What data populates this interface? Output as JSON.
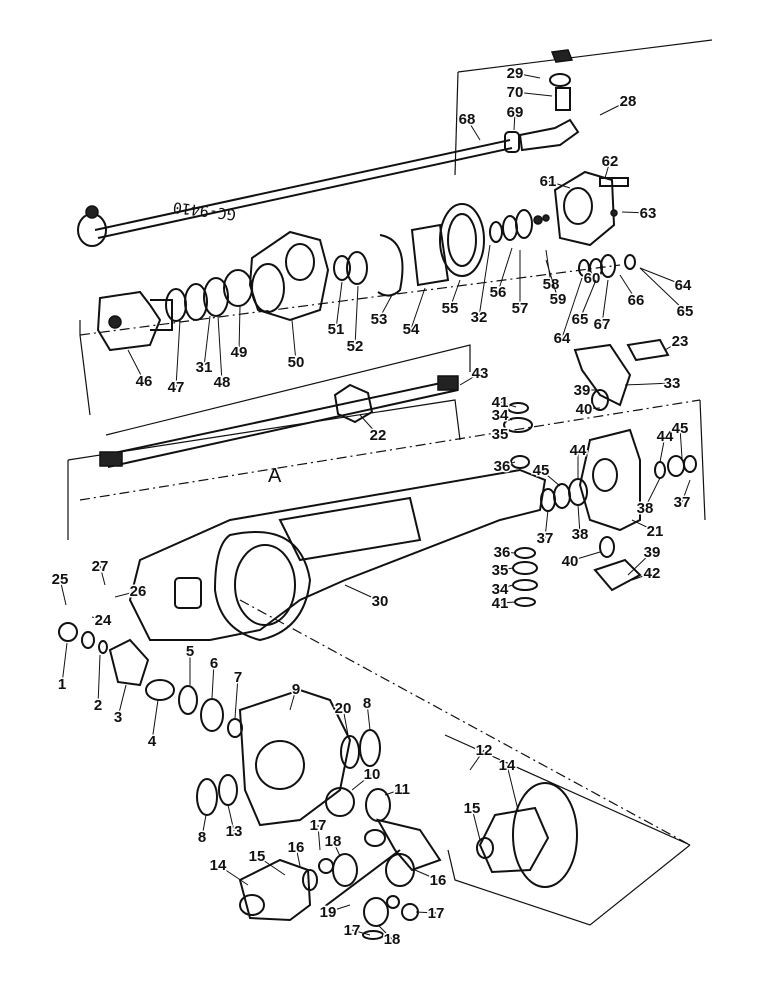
{
  "drawing_code": "GC-9410",
  "section_label": "A",
  "callouts": [
    {
      "id": "c29",
      "label": "29"
    },
    {
      "id": "c70",
      "label": "70"
    },
    {
      "id": "c69",
      "label": "69"
    },
    {
      "id": "c28",
      "label": "28"
    },
    {
      "id": "c68",
      "label": "68"
    },
    {
      "id": "c62",
      "label": "62"
    },
    {
      "id": "c61",
      "label": "61"
    },
    {
      "id": "c63",
      "label": "63"
    },
    {
      "id": "c64a",
      "label": "64"
    },
    {
      "id": "c60",
      "label": "60"
    },
    {
      "id": "c58",
      "label": "58"
    },
    {
      "id": "c59",
      "label": "59"
    },
    {
      "id": "c66",
      "label": "66"
    },
    {
      "id": "c65a",
      "label": "65"
    },
    {
      "id": "c64b",
      "label": "64"
    },
    {
      "id": "c65b",
      "label": "65"
    },
    {
      "id": "c67",
      "label": "67"
    },
    {
      "id": "c56",
      "label": "56"
    },
    {
      "id": "c57",
      "label": "57"
    },
    {
      "id": "c32",
      "label": "32"
    },
    {
      "id": "c55",
      "label": "55"
    },
    {
      "id": "c54",
      "label": "54"
    },
    {
      "id": "c53",
      "label": "53"
    },
    {
      "id": "c52",
      "label": "52"
    },
    {
      "id": "c51",
      "label": "51"
    },
    {
      "id": "c50",
      "label": "50"
    },
    {
      "id": "c49",
      "label": "49"
    },
    {
      "id": "c31",
      "label": "31"
    },
    {
      "id": "c48",
      "label": "48"
    },
    {
      "id": "c47",
      "label": "47"
    },
    {
      "id": "c46",
      "label": "46"
    },
    {
      "id": "c23",
      "label": "23"
    },
    {
      "id": "c43",
      "label": "43"
    },
    {
      "id": "c39a",
      "label": "39"
    },
    {
      "id": "c33",
      "label": "33"
    },
    {
      "id": "c40a",
      "label": "40"
    },
    {
      "id": "c41a",
      "label": "41"
    },
    {
      "id": "c34a",
      "label": "34"
    },
    {
      "id": "c35a",
      "label": "35"
    },
    {
      "id": "c22",
      "label": "22"
    },
    {
      "id": "c44a",
      "label": "44"
    },
    {
      "id": "c44b",
      "label": "44"
    },
    {
      "id": "c45a",
      "label": "45"
    },
    {
      "id": "c36a",
      "label": "36"
    },
    {
      "id": "c45b",
      "label": "45"
    },
    {
      "id": "c38a",
      "label": "38"
    },
    {
      "id": "c37a",
      "label": "37"
    },
    {
      "id": "c37b",
      "label": "37"
    },
    {
      "id": "c38b",
      "label": "38"
    },
    {
      "id": "c21",
      "label": "21"
    },
    {
      "id": "c36b",
      "label": "36"
    },
    {
      "id": "c40b",
      "label": "40"
    },
    {
      "id": "c39b",
      "label": "39"
    },
    {
      "id": "c35b",
      "label": "35"
    },
    {
      "id": "c42",
      "label": "42"
    },
    {
      "id": "c34b",
      "label": "34"
    },
    {
      "id": "c41b",
      "label": "41"
    },
    {
      "id": "c30",
      "label": "30"
    },
    {
      "id": "c25",
      "label": "25"
    },
    {
      "id": "c27",
      "label": "27"
    },
    {
      "id": "c26",
      "label": "26"
    },
    {
      "id": "c24",
      "label": "24"
    },
    {
      "id": "c1",
      "label": "1"
    },
    {
      "id": "c2",
      "label": "2"
    },
    {
      "id": "c3",
      "label": "3"
    },
    {
      "id": "c4",
      "label": "4"
    },
    {
      "id": "c5",
      "label": "5"
    },
    {
      "id": "c6",
      "label": "6"
    },
    {
      "id": "c7",
      "label": "7"
    },
    {
      "id": "c9",
      "label": "9"
    },
    {
      "id": "c20",
      "label": "20"
    },
    {
      "id": "c8a",
      "label": "8"
    },
    {
      "id": "c12",
      "label": "12"
    },
    {
      "id": "c10",
      "label": "10"
    },
    {
      "id": "c11",
      "label": "11"
    },
    {
      "id": "c8b",
      "label": "8"
    },
    {
      "id": "c13",
      "label": "13"
    },
    {
      "id": "c14a",
      "label": "14"
    },
    {
      "id": "c15a",
      "label": "15"
    },
    {
      "id": "c17a",
      "label": "17"
    },
    {
      "id": "c18a",
      "label": "18"
    },
    {
      "id": "c16a",
      "label": "16"
    },
    {
      "id": "c16b",
      "label": "16"
    },
    {
      "id": "c14b",
      "label": "14"
    },
    {
      "id": "c15b",
      "label": "15"
    },
    {
      "id": "c19",
      "label": "19"
    },
    {
      "id": "c17b",
      "label": "17"
    },
    {
      "id": "c17c",
      "label": "17"
    },
    {
      "id": "c18b",
      "label": "18"
    }
  ]
}
